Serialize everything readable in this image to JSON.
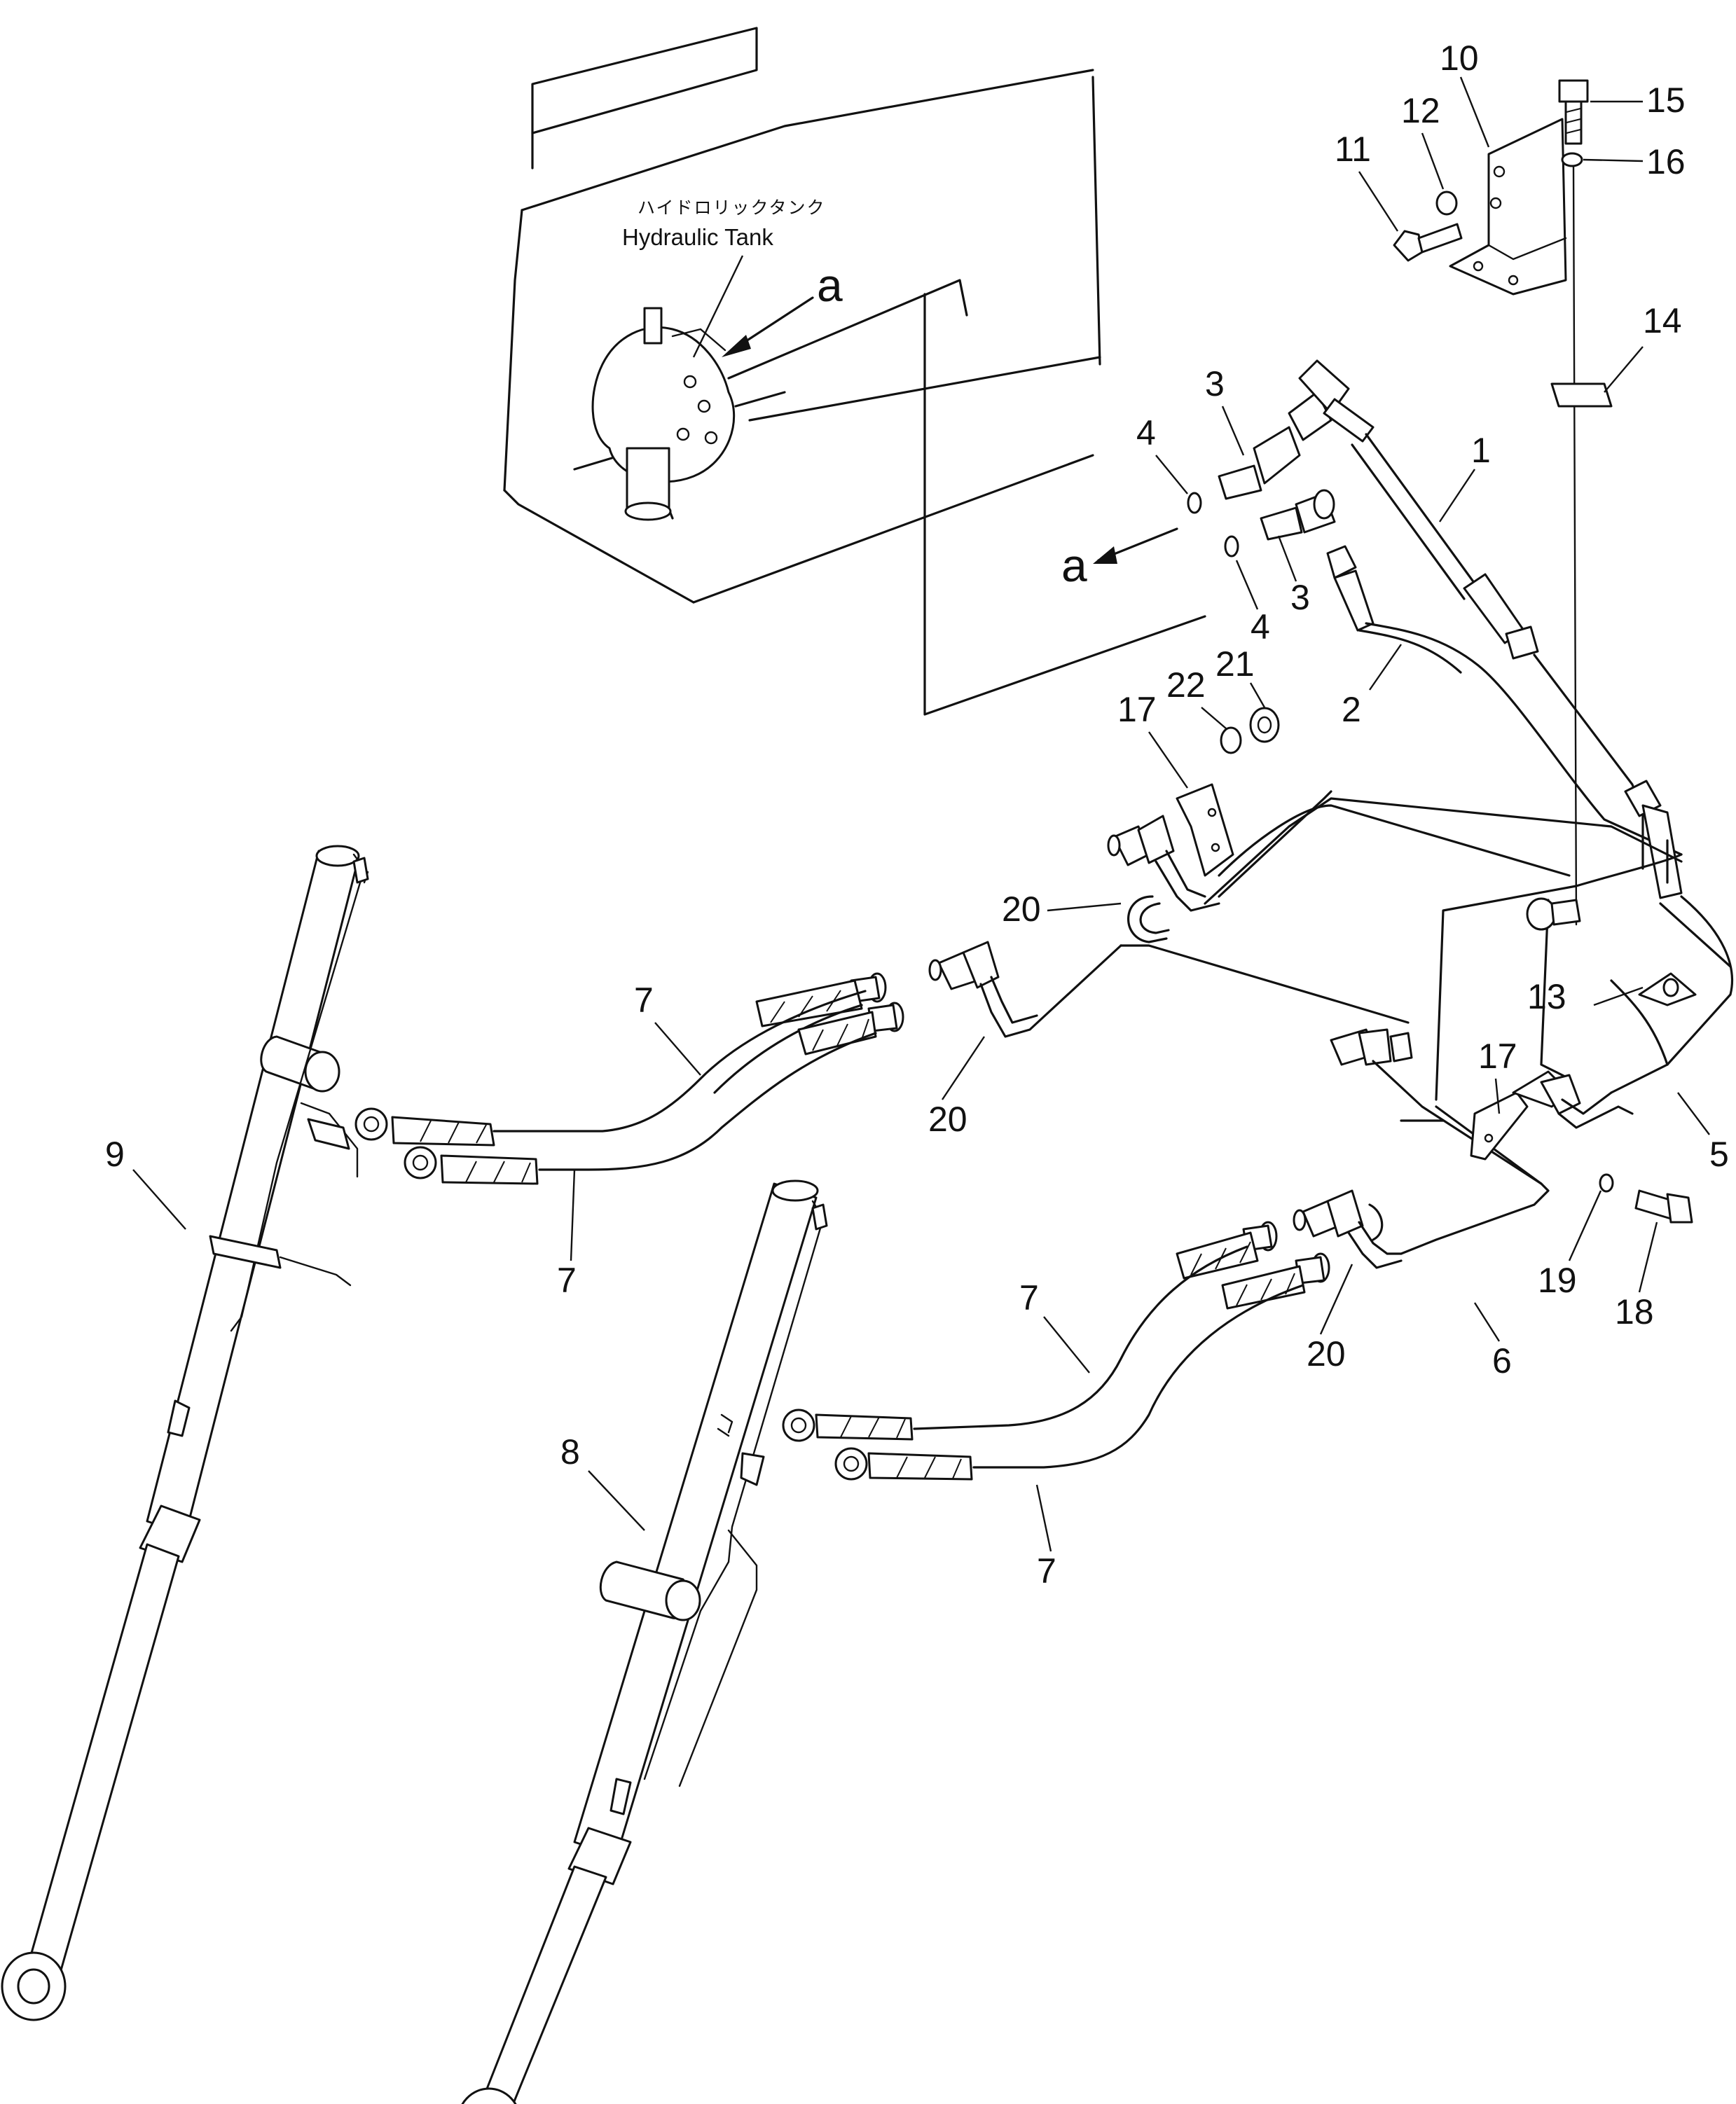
{
  "tank_label": {
    "japanese": "ハイドロリックタンク",
    "english": "Hydraulic Tank"
  },
  "view_markers": [
    "a",
    "a"
  ],
  "callouts": [
    "1",
    "2",
    "3",
    "3",
    "4",
    "4",
    "5",
    "6",
    "7",
    "7",
    "7",
    "7",
    "8",
    "9",
    "10",
    "11",
    "12",
    "13",
    "14",
    "15",
    "16",
    "17",
    "17",
    "18",
    "19",
    "20",
    "20",
    "20",
    "21",
    "22"
  ],
  "colors": {
    "line": "#111111",
    "background": "#ffffff"
  }
}
